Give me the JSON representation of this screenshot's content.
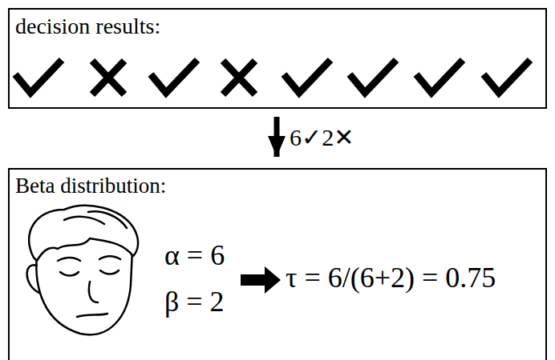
{
  "diagram": {
    "nodes": [
      {
        "text": [
          "decision results:"
        ]
      },
      {
        "text": [
          "Beta distribution:"
        ]
      }
    ],
    "edges": [
      {
        "from": 0,
        "to": 1,
        "arrow": "to",
        "label": "6✓2✕"
      }
    ],
    "labels": [
      "α = 6",
      "β = 2",
      "τ = 6/(6+2) = 0.75"
    ]
  }
}
